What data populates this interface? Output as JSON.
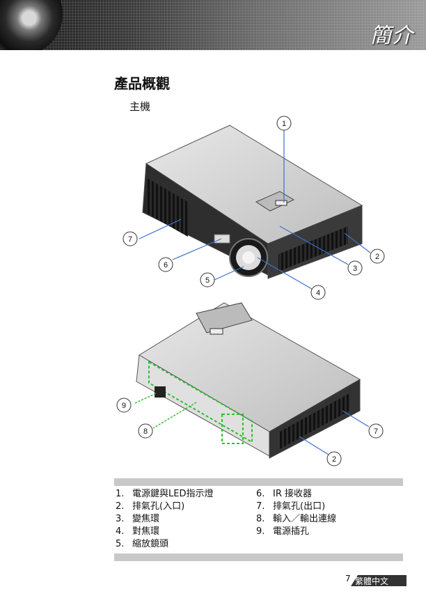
{
  "header": {
    "title": "簡介"
  },
  "section": {
    "heading": "產品概觀",
    "subheading": "主機"
  },
  "callouts_top": [
    "1",
    "2",
    "3",
    "4",
    "5",
    "6",
    "7"
  ],
  "callouts_bottom": [
    "9",
    "8",
    "7",
    "2"
  ],
  "legend": {
    "left": [
      {
        "num": "1.",
        "label": "電源鍵與LED指示燈"
      },
      {
        "num": "2.",
        "label": "排氣孔(入口)"
      },
      {
        "num": "3.",
        "label": "變焦環"
      },
      {
        "num": "4.",
        "label": "對焦環"
      },
      {
        "num": "5.",
        "label": "縮放鏡頭"
      }
    ],
    "right": [
      {
        "num": "6.",
        "label": "IR 接收器"
      },
      {
        "num": "7.",
        "label": "排氣孔(出口)"
      },
      {
        "num": "8.",
        "label": "輸入／輸出連線"
      },
      {
        "num": "9.",
        "label": "電源插孔"
      }
    ]
  },
  "footer": {
    "page": "7",
    "language": "繁體中文"
  },
  "colors": {
    "callout_line": "#3d6fd0",
    "green_highlight": "#2bbf2b",
    "bar": "#c8c8c8"
  }
}
